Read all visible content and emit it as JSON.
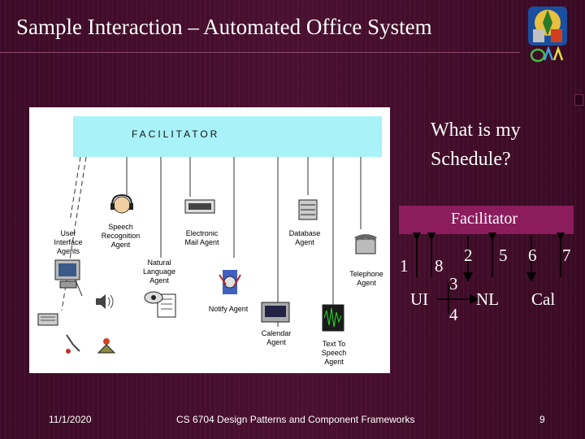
{
  "slide": {
    "title": "Sample Interaction – Automated Office System",
    "question": [
      "What is my",
      "Schedule?"
    ]
  },
  "diagram": {
    "facilitator_box": "FACILITATOR",
    "agents": {
      "user_interface": "User\nInterface\nAgents",
      "speech_recognition": "Speech\nRecognition\nAgent",
      "electronic_mail": "Electronic\nMail Agent",
      "database": "Database\nAgent",
      "natural_language": "Natural\nLanguage\nAgent",
      "notify": "Notify Agent",
      "telephone": "Telephone\nAgent",
      "calendar": "Calendar\nAgent",
      "text_to_speech": "Text To\nSpeech\nAgent"
    }
  },
  "interaction": {
    "facilitator": "Facilitator",
    "nodes": {
      "ui": "UI",
      "nl": "NL",
      "cal": "Cal"
    },
    "steps": [
      "1",
      "8",
      "2",
      "5",
      "6",
      "7",
      "3",
      "4"
    ]
  },
  "footer": {
    "date": "11/1/2020",
    "course": "CS 6704 Design Patterns and Component Frameworks",
    "page": "9"
  },
  "colors": {
    "background": "#3a0a24",
    "facilitator_bar": "#8c1c5c",
    "facilitator_box": "#a8f2f8"
  },
  "icons": [
    "logo-icon",
    "headset-icon",
    "mail-agent-icon",
    "database-icon",
    "computer-icon",
    "speaker-icon",
    "keyboard-icon",
    "mouse-icon",
    "tool-icon",
    "eye-document-icon",
    "notify-icon",
    "telephone-icon",
    "calendar-icon",
    "waveform-icon"
  ]
}
